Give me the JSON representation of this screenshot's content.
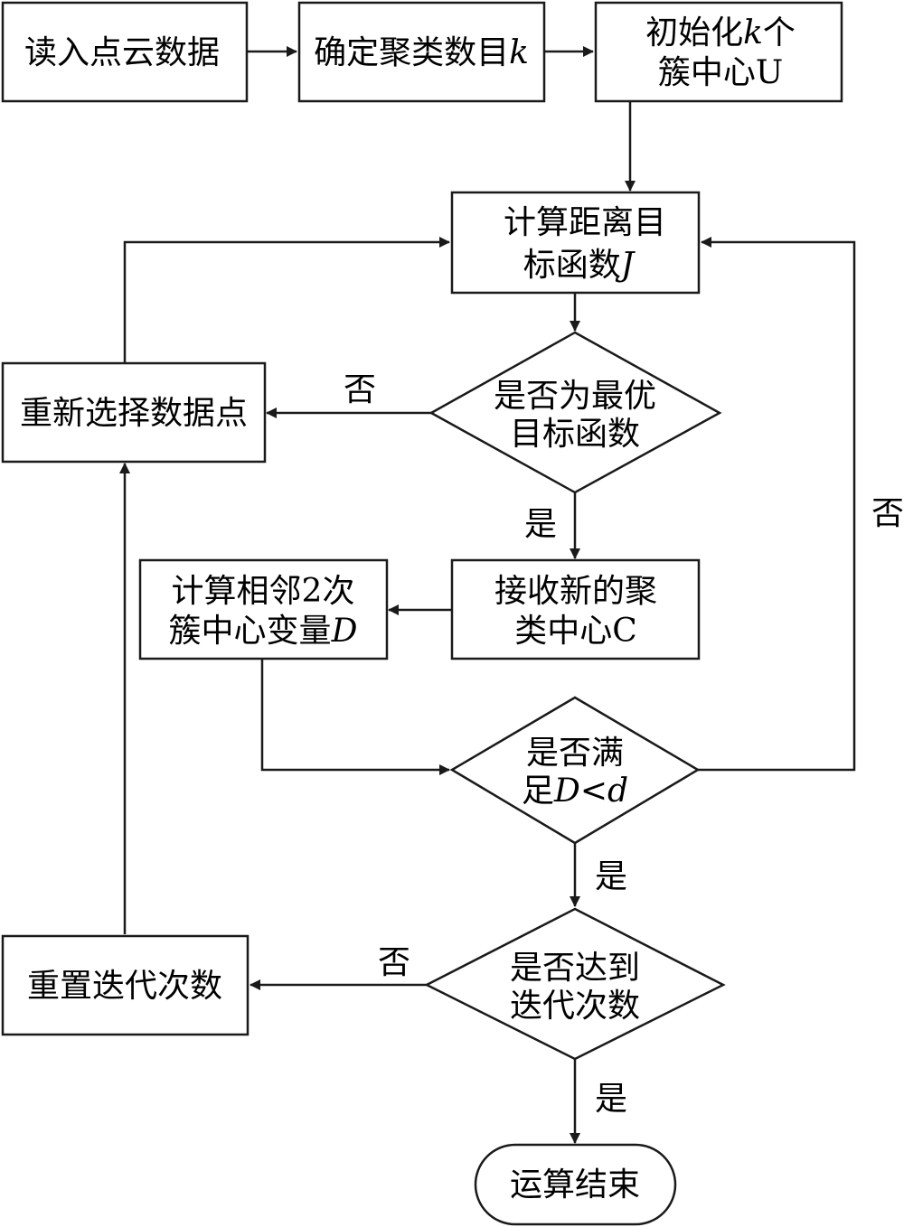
{
  "nodes": {
    "read_point_cloud": {
      "line1": "读入点云数据"
    },
    "determine_k": {
      "line1_text": "确定聚类数目",
      "line1_var": "k"
    },
    "init_centers": {
      "line1_text": "初始化",
      "line1_var": "k",
      "line1_tail": "个",
      "line2": "簇中心U"
    },
    "compute_objective": {
      "line1": "计算距离目",
      "line2_text": "标函数",
      "line2_var": "J"
    },
    "is_optimal": {
      "line1": "是否为最优",
      "line2": "目标函数"
    },
    "reselect_points": {
      "line1": "重新选择数据点"
    },
    "accept_new_centers": {
      "line1": "接收新的聚",
      "line2": "类中心C"
    },
    "compute_center_change": {
      "line1": "计算相邻2次",
      "line2_text": "簇中心变量",
      "line2_var": "D"
    },
    "check_threshold": {
      "line1": "是否满",
      "line2_text": "足",
      "line2_var1": "D",
      "line2_op": "<",
      "line2_var2": "d"
    },
    "reached_iterations": {
      "line1": "是否达到",
      "line2": "迭代次数"
    },
    "reset_iterations": {
      "line1": "重置迭代次数"
    },
    "end": {
      "line1": "运算结束"
    }
  },
  "edge_labels": {
    "optimal_no": "否",
    "optimal_yes": "是",
    "threshold_no": "否",
    "threshold_yes": "是",
    "iterations_no": "否",
    "iterations_yes": "是"
  }
}
